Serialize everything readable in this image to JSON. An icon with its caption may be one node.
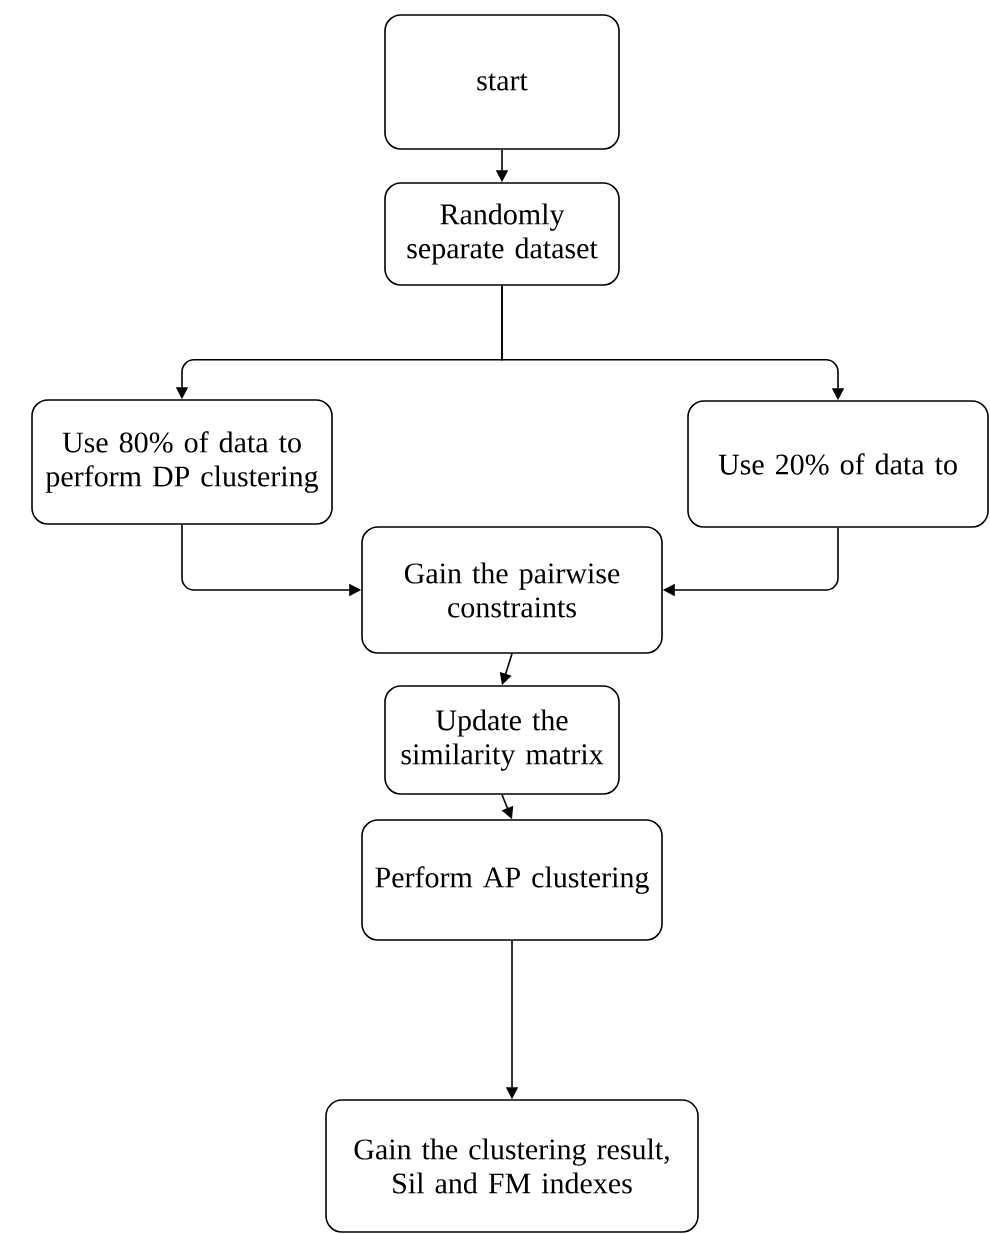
{
  "diagram": {
    "nodes": [
      {
        "text": [
          "start"
        ]
      },
      {
        "text": [
          "Randomly separate dataset"
        ]
      },
      {
        "text": [
          "Use 80% of data to perform DP clustering"
        ]
      },
      {
        "text": [
          "Use 20% of data to"
        ]
      },
      {
        "text": [
          "Gain the pairwise constraints"
        ]
      },
      {
        "text": [
          "Update the similarity matrix"
        ]
      },
      {
        "text": [
          "Perform AP clustering"
        ]
      },
      {
        "text": [
          "Gain the clustering result, Sil and FM indexes"
        ]
      }
    ],
    "edges": [
      {
        "from": 0,
        "to": 1,
        "arrow": "to"
      },
      {
        "from": 1,
        "to": 2,
        "arrow": "to"
      },
      {
        "from": 1,
        "to": 3,
        "arrow": "to"
      },
      {
        "from": 2,
        "to": 4,
        "arrow": "to"
      },
      {
        "from": 3,
        "to": 4,
        "arrow": "to"
      },
      {
        "from": 4,
        "to": 5,
        "arrow": "to"
      },
      {
        "from": 5,
        "to": 6,
        "arrow": "to"
      },
      {
        "from": 6,
        "to": 7,
        "arrow": "to"
      }
    ]
  }
}
